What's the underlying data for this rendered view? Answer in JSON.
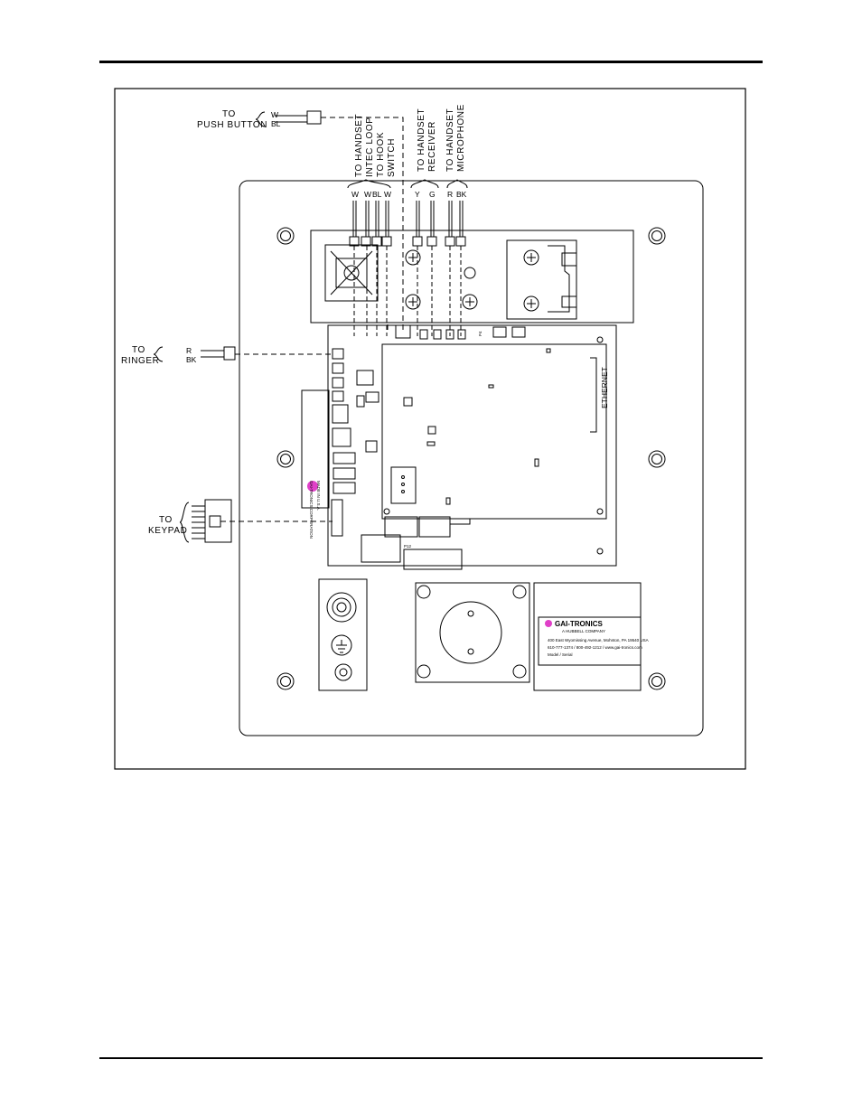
{
  "labels": {
    "push_button": [
      "TO",
      "PUSH BUTTON"
    ],
    "ringer": [
      "TO",
      "RINGER"
    ],
    "keypad": [
      "TO",
      "KEYPAD"
    ],
    "hookswitch": [
      "TO HANDSET",
      "INTEC LOOP",
      "TO HOOK",
      "SWITCH"
    ],
    "receiver": [
      "TO HANDSET",
      "RECEIVER"
    ],
    "microphone": [
      "TO HANDSET",
      "MICROPHONE"
    ],
    "ethernet": "ETHERNET",
    "p12": "P12",
    "p4": "P4"
  },
  "wire_codes": {
    "push_button": [
      "W",
      "BL"
    ],
    "ringer": [
      "R",
      "BK"
    ],
    "hookswitch": [
      "W",
      "W",
      "BL",
      "W"
    ],
    "receiver": [
      "Y",
      "G"
    ],
    "microphone": [
      "R",
      "BK"
    ]
  },
  "board": {
    "side_label": [
      "GAI-TRONICS CORPORATION",
      "MADE IN U.S.A."
    ]
  },
  "nameplate": {
    "brand": "GAI-TRONICS",
    "sub": "A HUBBELL COMPANY",
    "lines": [
      "400 East Wyomissing Avenue, Mohnton, PA 19540 USA",
      "610-777-1374 / 800-492-1212 / www.gai-tronics.com",
      "Model / Serial"
    ]
  },
  "colors": {
    "logo": "#e040c8",
    "line": "#000000"
  }
}
